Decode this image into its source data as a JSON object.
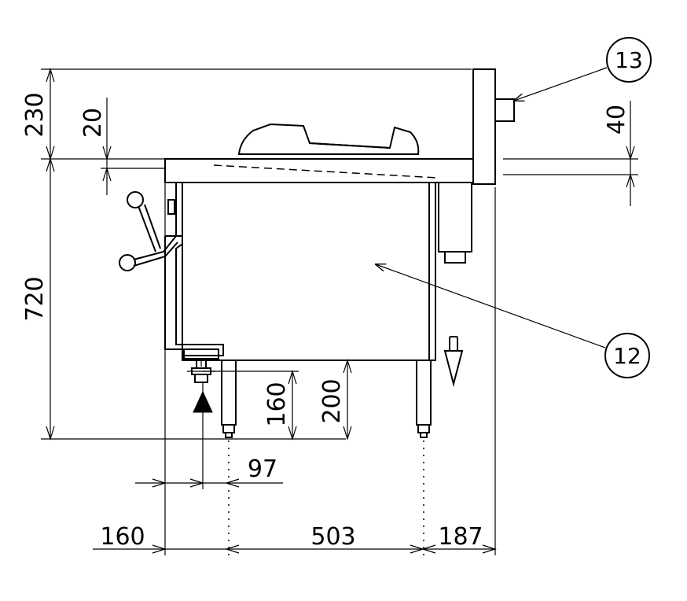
{
  "dimensions": {
    "overall_top_height": "230",
    "top_step": "20",
    "body_height": "720",
    "pipe_height": "160",
    "leg_height": "200",
    "backsplash_offset": "40",
    "inlet_offset": "97",
    "left_overhang": "160",
    "leg_spacing": "503",
    "right_overhang": "187"
  },
  "callouts": {
    "part_13": "13",
    "part_12": "12"
  }
}
